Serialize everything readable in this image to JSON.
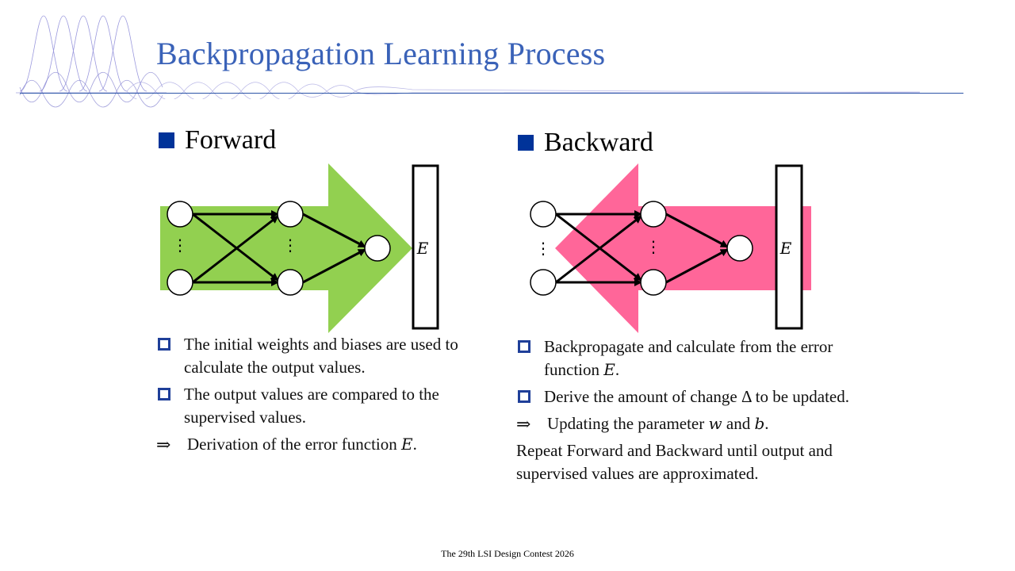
{
  "slide": {
    "title": "Backpropagation Learning Process",
    "footer": "The 29th LSI Design Contest 2026"
  },
  "forward": {
    "heading": "Forward",
    "error_label": "E",
    "arrow_color": "#92d050",
    "bullets": [
      "The initial weights and biases are used to calculate the output values.",
      "The output values are compared to the supervised values."
    ],
    "conclusion_prefix": "Derivation of the error function",
    "conclusion_var": "E",
    "conclusion_suffix": "."
  },
  "backward": {
    "heading": "Backward",
    "error_label": "E",
    "arrow_color": "#ff6699",
    "bullet1_text": "Backpropagate and calculate from the error function",
    "bullet1_var": "E",
    "bullet1_suffix": ".",
    "bullet2_prefix": "Derive the amount of change",
    "bullet2_symbol": "Δ",
    "bullet2_suffix": "to be updated.",
    "conclusion_prefix": "Updating the parameter",
    "conclusion_var1": "w",
    "conclusion_and": "and",
    "conclusion_var2": "b",
    "conclusion_suffix": ".",
    "summary": "Repeat Forward and Backward until output and supervised values are approximated."
  },
  "symbols": {
    "implies": "⇒",
    "vdots": "⋮"
  },
  "colors": {
    "title": "#3a62b8",
    "bullet_square": "#003399",
    "rule": "#2c55a8"
  }
}
